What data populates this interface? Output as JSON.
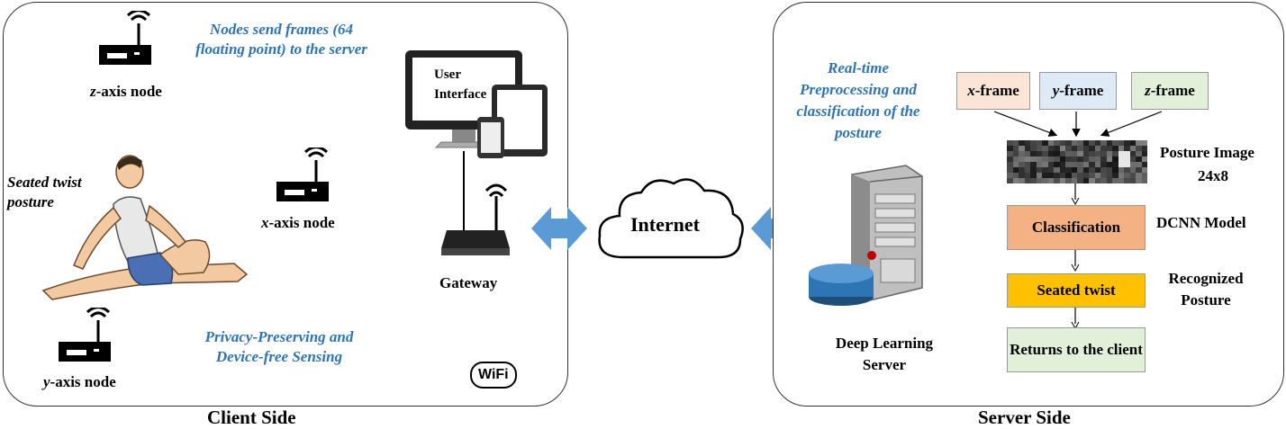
{
  "client": {
    "nodes_note": "Nodes send frames (64 floating point) to the server",
    "z_node_axis": "z",
    "z_node_suffix": "-axis node",
    "x_node_axis": "x",
    "x_node_suffix": "-axis node",
    "y_node_axis": "y",
    "y_node_suffix": "-axis node",
    "posture_label": "Seated twist posture",
    "privacy_note": "Privacy-Preserving and Device-free Sensing",
    "ui_label": "User Interface",
    "gateway_label": "Gateway",
    "wifi_logo": "WiFi",
    "caption": "Client Side"
  },
  "internet": {
    "label": "Internet"
  },
  "server": {
    "preprocess_note": "Real-time Preprocessing and classification of the posture",
    "x_frame_axis": "x",
    "y_frame_axis": "y",
    "z_frame_axis": "z",
    "frame_suffix": "-frame",
    "posture_image_title": "Posture Image",
    "posture_image_size": "24x8",
    "classification_label": "Classification",
    "model_label": "DCNN Model",
    "result_label": "Seated twist",
    "recognized_label": "Recognized Posture",
    "returns_label": "Returns to the client",
    "server_label": "Deep Learning Server",
    "caption": "Server Side"
  },
  "colors": {
    "accent_text": "#2e74b5",
    "arrow_blue": "#5b9bd5",
    "x_frame": "#fbe5d6",
    "y_frame": "#deebf7",
    "z_frame": "#e2f0d9",
    "classification": "#f4b183",
    "result": "#ffc000",
    "returns": "#e2f0d9"
  }
}
